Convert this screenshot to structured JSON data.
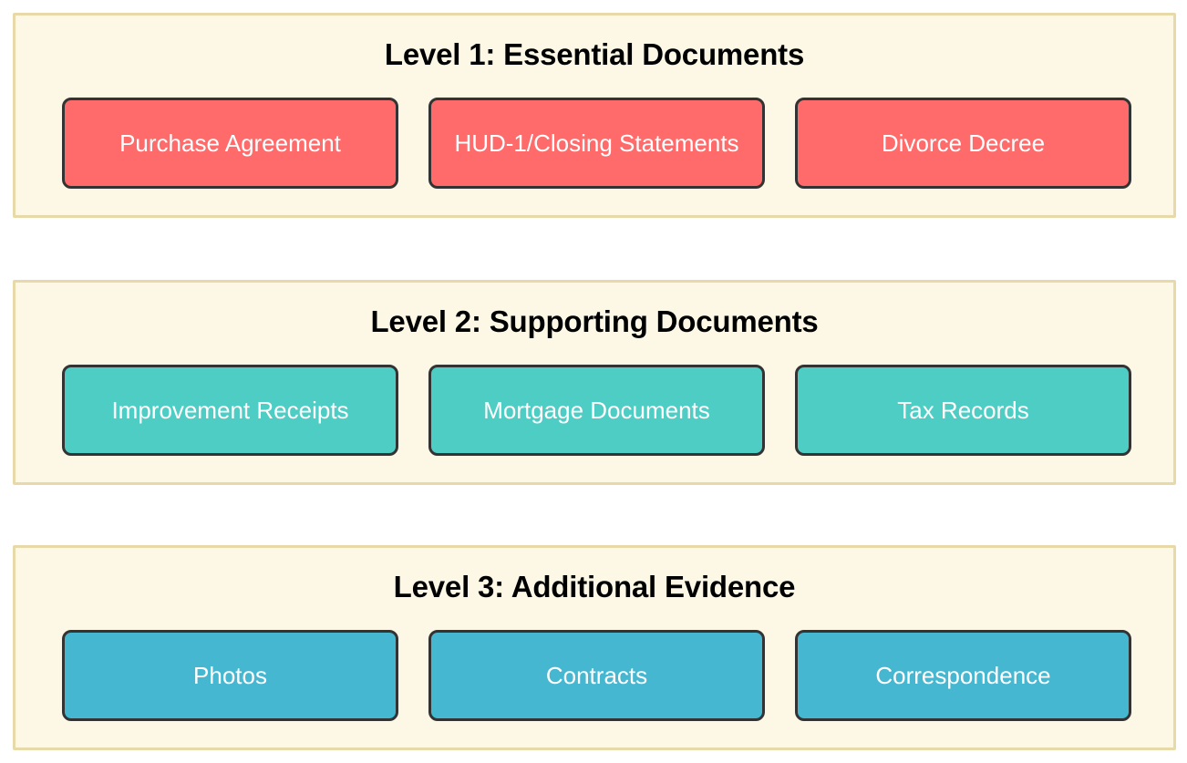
{
  "diagram": {
    "type": "tiered-document-checklist",
    "background_color": "#ffffff",
    "panel_background": "#fdf8e6",
    "panel_border": "#e8d9a8",
    "box_border": "#333333",
    "box_text_color": "#ffffff",
    "title_color": "#000000",
    "levels": [
      {
        "title": "Level 1: Essential Documents",
        "accent_color": "#ff6b6b",
        "items": [
          {
            "label": "Purchase Agreement"
          },
          {
            "label": "HUD-1/Closing Statements"
          },
          {
            "label": "Divorce Decree"
          }
        ]
      },
      {
        "title": "Level 2: Supporting Documents",
        "accent_color": "#4ecdc4",
        "items": [
          {
            "label": "Improvement Receipts"
          },
          {
            "label": "Mortgage Documents"
          },
          {
            "label": "Tax Records"
          }
        ]
      },
      {
        "title": "Level 3: Additional Evidence",
        "accent_color": "#45b7d1",
        "items": [
          {
            "label": "Photos"
          },
          {
            "label": "Contracts"
          },
          {
            "label": "Correspondence"
          }
        ]
      }
    ]
  }
}
